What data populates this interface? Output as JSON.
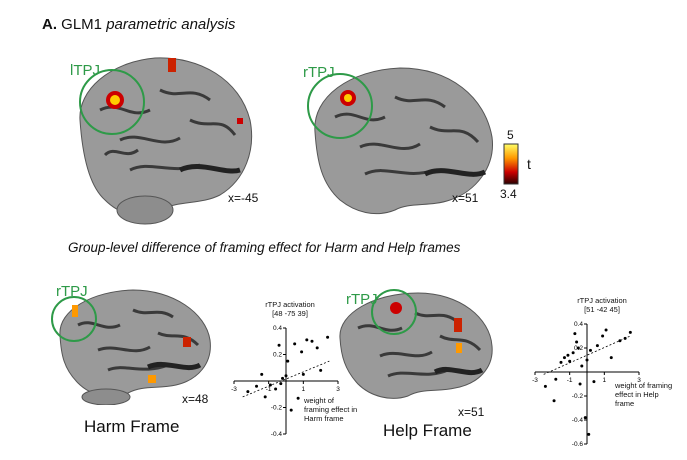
{
  "panel": {
    "letter": "A.",
    "prefix": "GLM1",
    "italic": "parametric analysis"
  },
  "top_brains": [
    {
      "roi": "lTPJ",
      "coord": "x=-45"
    },
    {
      "roi": "rTPJ",
      "coord": "x=51"
    }
  ],
  "colorbar": {
    "max": "5",
    "min": "3.4",
    "label": "t",
    "colors": [
      "#ffff66",
      "#ff9900",
      "#cc0000",
      "#2a0000"
    ]
  },
  "subtitle": "Group-level difference of framing effect for Harm and Help frames",
  "bottom": [
    {
      "roi": "rTPJ",
      "coord": "x=48",
      "frame": "Harm Frame"
    },
    {
      "roi": "rTPJ",
      "coord": "x=51",
      "frame": "Help Frame"
    }
  ],
  "roi_color": "#2e9a48",
  "chart_data": [
    {
      "type": "scatter",
      "title": "rTPJ activation",
      "subtitle": "[48 -75 39]",
      "xlabel": "weight of framing effect in Harm frame",
      "xlim": [
        -3,
        3
      ],
      "ylim": [
        -0.4,
        0.4
      ],
      "xticks": [
        "-3",
        "-1",
        "1",
        "3"
      ],
      "yticks": [
        "0.4",
        "0.2",
        "-0.2",
        "-0.4"
      ],
      "points": [
        [
          -2.2,
          -0.08
        ],
        [
          -1.7,
          -0.04
        ],
        [
          -1.4,
          0.05
        ],
        [
          -1.2,
          -0.12
        ],
        [
          -0.9,
          -0.03
        ],
        [
          -0.6,
          -0.06
        ],
        [
          -0.4,
          0.27
        ],
        [
          -0.3,
          -0.02
        ],
        [
          -0.2,
          0.02
        ],
        [
          0.0,
          0.04
        ],
        [
          0.1,
          0.15
        ],
        [
          0.3,
          -0.22
        ],
        [
          0.5,
          0.28
        ],
        [
          0.7,
          -0.13
        ],
        [
          0.9,
          0.22
        ],
        [
          1.0,
          0.05
        ],
        [
          1.2,
          0.31
        ],
        [
          1.5,
          0.3
        ],
        [
          1.8,
          0.25
        ],
        [
          2.0,
          0.08
        ],
        [
          2.4,
          0.33
        ]
      ],
      "fit": [
        [
          -2.5,
          -0.12
        ],
        [
          2.5,
          0.15
        ]
      ]
    },
    {
      "type": "scatter",
      "title": "rTPJ activation",
      "subtitle": "[51 -42 45]",
      "xlabel": "weight of framing effect in Help frame",
      "xlim": [
        -3,
        3
      ],
      "ylim": [
        -0.6,
        0.4
      ],
      "xticks": [
        "-3",
        "-1",
        "1",
        "3"
      ],
      "yticks": [
        "0.4",
        "0.2",
        "-0.2",
        "-0.4",
        "-0.6"
      ],
      "points": [
        [
          -2.4,
          -0.12
        ],
        [
          -1.8,
          -0.06
        ],
        [
          -1.5,
          0.08
        ],
        [
          -1.3,
          0.12
        ],
        [
          -1.1,
          0.14
        ],
        [
          -1.0,
          0.09
        ],
        [
          -0.8,
          0.16
        ],
        [
          -0.7,
          0.32
        ],
        [
          -0.6,
          0.25
        ],
        [
          -0.5,
          0.2
        ],
        [
          -0.4,
          -0.1
        ],
        [
          -0.3,
          0.05
        ],
        [
          -0.1,
          -0.38
        ],
        [
          0.0,
          0.1
        ],
        [
          0.2,
          0.18
        ],
        [
          0.4,
          -0.08
        ],
        [
          0.6,
          0.22
        ],
        [
          0.9,
          0.3
        ],
        [
          1.1,
          0.35
        ],
        [
          1.4,
          0.12
        ],
        [
          1.9,
          0.26
        ],
        [
          2.2,
          0.28
        ],
        [
          2.5,
          0.33
        ],
        [
          -1.9,
          -0.24
        ],
        [
          0.1,
          -0.52
        ]
      ],
      "fit": [
        [
          -2.5,
          -0.02
        ],
        [
          2.5,
          0.3
        ]
      ]
    }
  ]
}
